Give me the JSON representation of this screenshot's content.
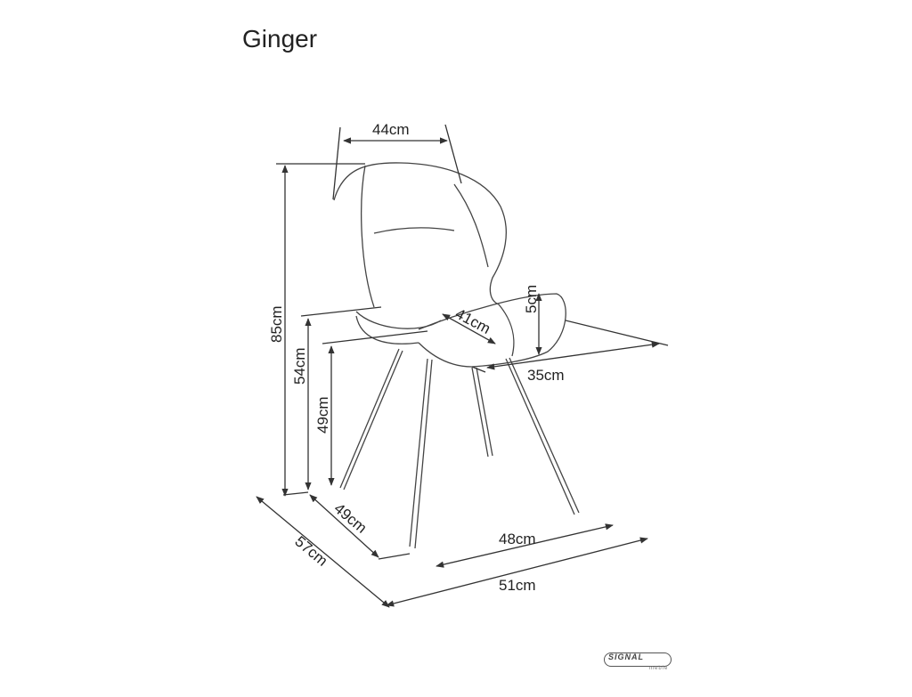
{
  "product": {
    "name": "Ginger"
  },
  "dimensions": {
    "backrest_width": "44cm",
    "total_height": "85cm",
    "armrest_height": "54cm",
    "seat_height": "49cm",
    "seat_depth_diag": "41cm",
    "seat_cushion_thickness": "5cm",
    "seat_width": "35cm",
    "leg_span_depth": "49cm",
    "total_depth": "57cm",
    "leg_span_width": "48cm",
    "total_width": "51cm"
  },
  "brand": {
    "logo_text": "SIGNAL",
    "logo_sub": "meble"
  },
  "colors": {
    "line": "#333333",
    "background": "#ffffff"
  }
}
